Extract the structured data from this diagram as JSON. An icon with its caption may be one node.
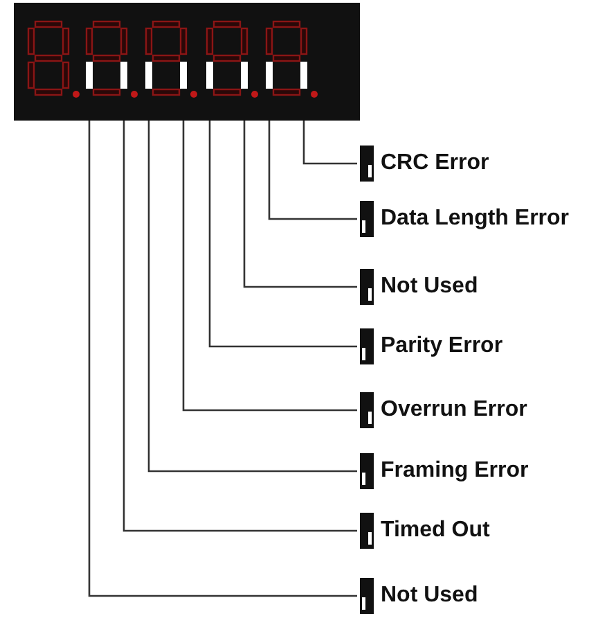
{
  "diagram": {
    "nodes": [
      {
        "text": [
          "CRC Error"
        ]
      },
      {
        "text": [
          "Data Length Error"
        ]
      },
      {
        "text": [
          "Not Used"
        ]
      },
      {
        "text": [
          "Parity Error"
        ]
      },
      {
        "text": [
          "Overrun Error"
        ]
      },
      {
        "text": [
          "Framing Error"
        ]
      },
      {
        "text": [
          "Timed Out"
        ]
      },
      {
        "text": [
          "Not Used"
        ]
      },
      {
        "text": [],
        "shape": "bar"
      },
      {
        "text": [],
        "shape": "bar"
      },
      {
        "text": [],
        "shape": "bar"
      },
      {
        "text": [],
        "shape": "bar"
      },
      {
        "text": [],
        "shape": "bar"
      },
      {
        "text": [],
        "shape": "bar"
      },
      {
        "text": [],
        "shape": "bar"
      },
      {
        "text": [],
        "shape": "bar"
      }
    ],
    "edges": [
      {
        "from": 0,
        "to": 15,
        "arrow": "none"
      },
      {
        "from": 1,
        "to": 14,
        "arrow": "none"
      },
      {
        "from": 2,
        "to": 13,
        "arrow": "none"
      },
      {
        "from": 3,
        "to": 12,
        "arrow": "none"
      },
      {
        "from": 4,
        "to": 11,
        "arrow": "none"
      },
      {
        "from": 5,
        "to": 10,
        "arrow": "none"
      },
      {
        "from": 6,
        "to": 9,
        "arrow": "none"
      },
      {
        "from": 7,
        "to": 8,
        "arrow": "none"
      }
    ]
  }
}
